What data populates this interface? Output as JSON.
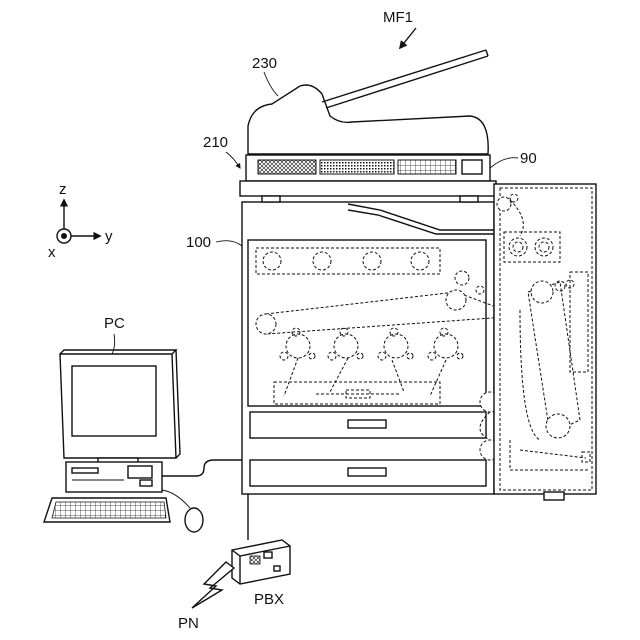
{
  "labels": {
    "mf1": "MF1",
    "adf": "230",
    "scanner": "210",
    "panel": "90",
    "printer": "100",
    "pc": "PC",
    "pbx": "PBX",
    "pn": "PN",
    "axis_z": "z",
    "axis_y": "y",
    "axis_x": "x"
  }
}
